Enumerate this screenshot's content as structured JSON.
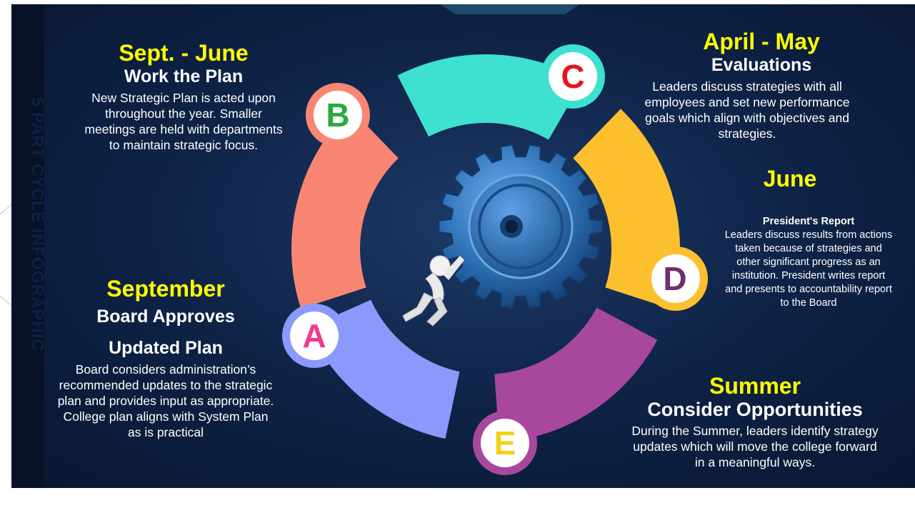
{
  "side_title": "5 PART CYCLE INFOGRAPHIC",
  "colors": {
    "background": "#0f2347",
    "date_text": "#ffff00",
    "segment_a": "#8a99fb",
    "segment_b": "#f98673",
    "segment_c": "#3ee1cf",
    "segment_d": "#fcc02f",
    "segment_e": "#a8489d",
    "gear": "#2f73b8"
  },
  "segments": {
    "a": {
      "letter": "A",
      "letter_color": "#f13a8e"
    },
    "b": {
      "letter": "B",
      "letter_color": "#2aaa3e"
    },
    "c": {
      "letter": "C",
      "letter_color": "#e8141c"
    },
    "d": {
      "letter": "D",
      "letter_color": "#6e2f6f"
    },
    "e": {
      "letter": "E",
      "letter_color": "#f5d01a"
    }
  },
  "phases": {
    "sept_june": {
      "date": "Sept. - June",
      "title": "Work the Plan",
      "body": "New Strategic Plan is acted upon throughout the year. Smaller meetings are held with departments to maintain strategic focus."
    },
    "april_may": {
      "date": "April - May",
      "title": "Evaluations",
      "body": "Leaders discuss strategies with all employees and set new performance goals which align with objectives and strategies."
    },
    "june": {
      "date": "June",
      "subtitle": "President's Report",
      "body": "Leaders discuss results from actions taken because of strategies and other significant progress as an institution.  President writes report and presents to accountability  report to the Board"
    },
    "september": {
      "date": "September",
      "title_line1": "Board Approves",
      "title_line2": "Updated Plan",
      "body": "Board considers administration’s recommended updates to the strategic plan and provides input as appropriate. College plan aligns with System Plan as is practical"
    },
    "summer": {
      "date": "Summer",
      "title": "Consider Opportunities",
      "body": "During the Summer, leaders identify strategy updates which will move the college forward in a meaningful ways."
    }
  }
}
